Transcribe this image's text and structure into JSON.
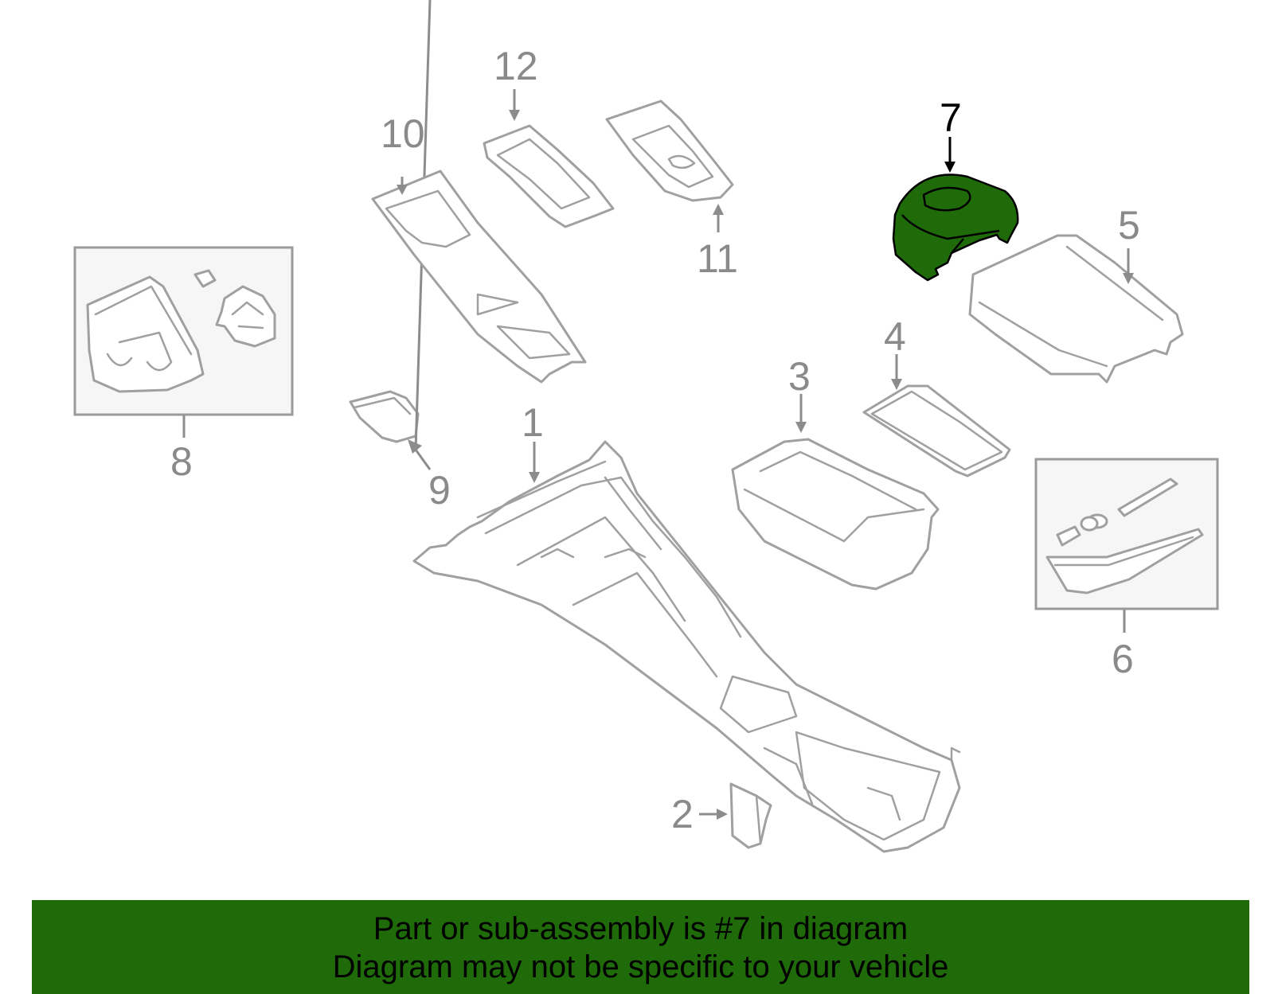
{
  "diagram": {
    "highlighted_callout": "7",
    "callouts": [
      "1",
      "2",
      "3",
      "4",
      "5",
      "6",
      "7",
      "8",
      "9",
      "10",
      "11",
      "12"
    ],
    "colors": {
      "highlight_fill": "#1f6b0a",
      "line_art": "#a0a0a0",
      "callout_text": "#8a8a8a",
      "active_callout": "#000000"
    }
  },
  "banner": {
    "line1": "Part or sub-assembly is #7 in diagram",
    "line2": "Diagram may not be specific to your vehicle",
    "background": "#1f6b0a"
  }
}
